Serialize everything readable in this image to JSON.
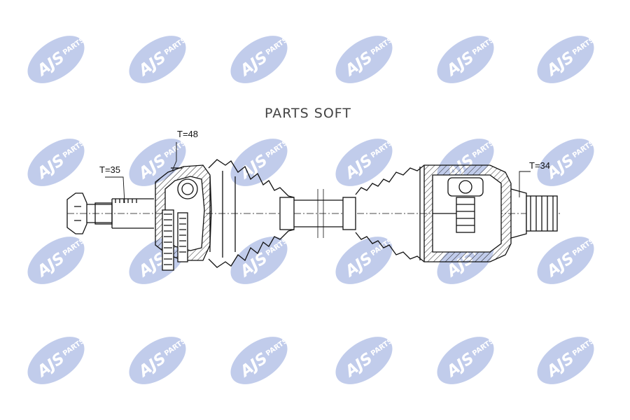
{
  "watermark": {
    "text_main": "AJS",
    "text_small": "PARTS",
    "color": "#b7c4e8"
  },
  "brand_text": "PARTS SOFT",
  "labels": {
    "t35": "T=35",
    "t48": "T=48",
    "t34": "T=34"
  },
  "colors": {
    "line": "#111111",
    "hatch": "#222222",
    "background": "#ffffff"
  }
}
